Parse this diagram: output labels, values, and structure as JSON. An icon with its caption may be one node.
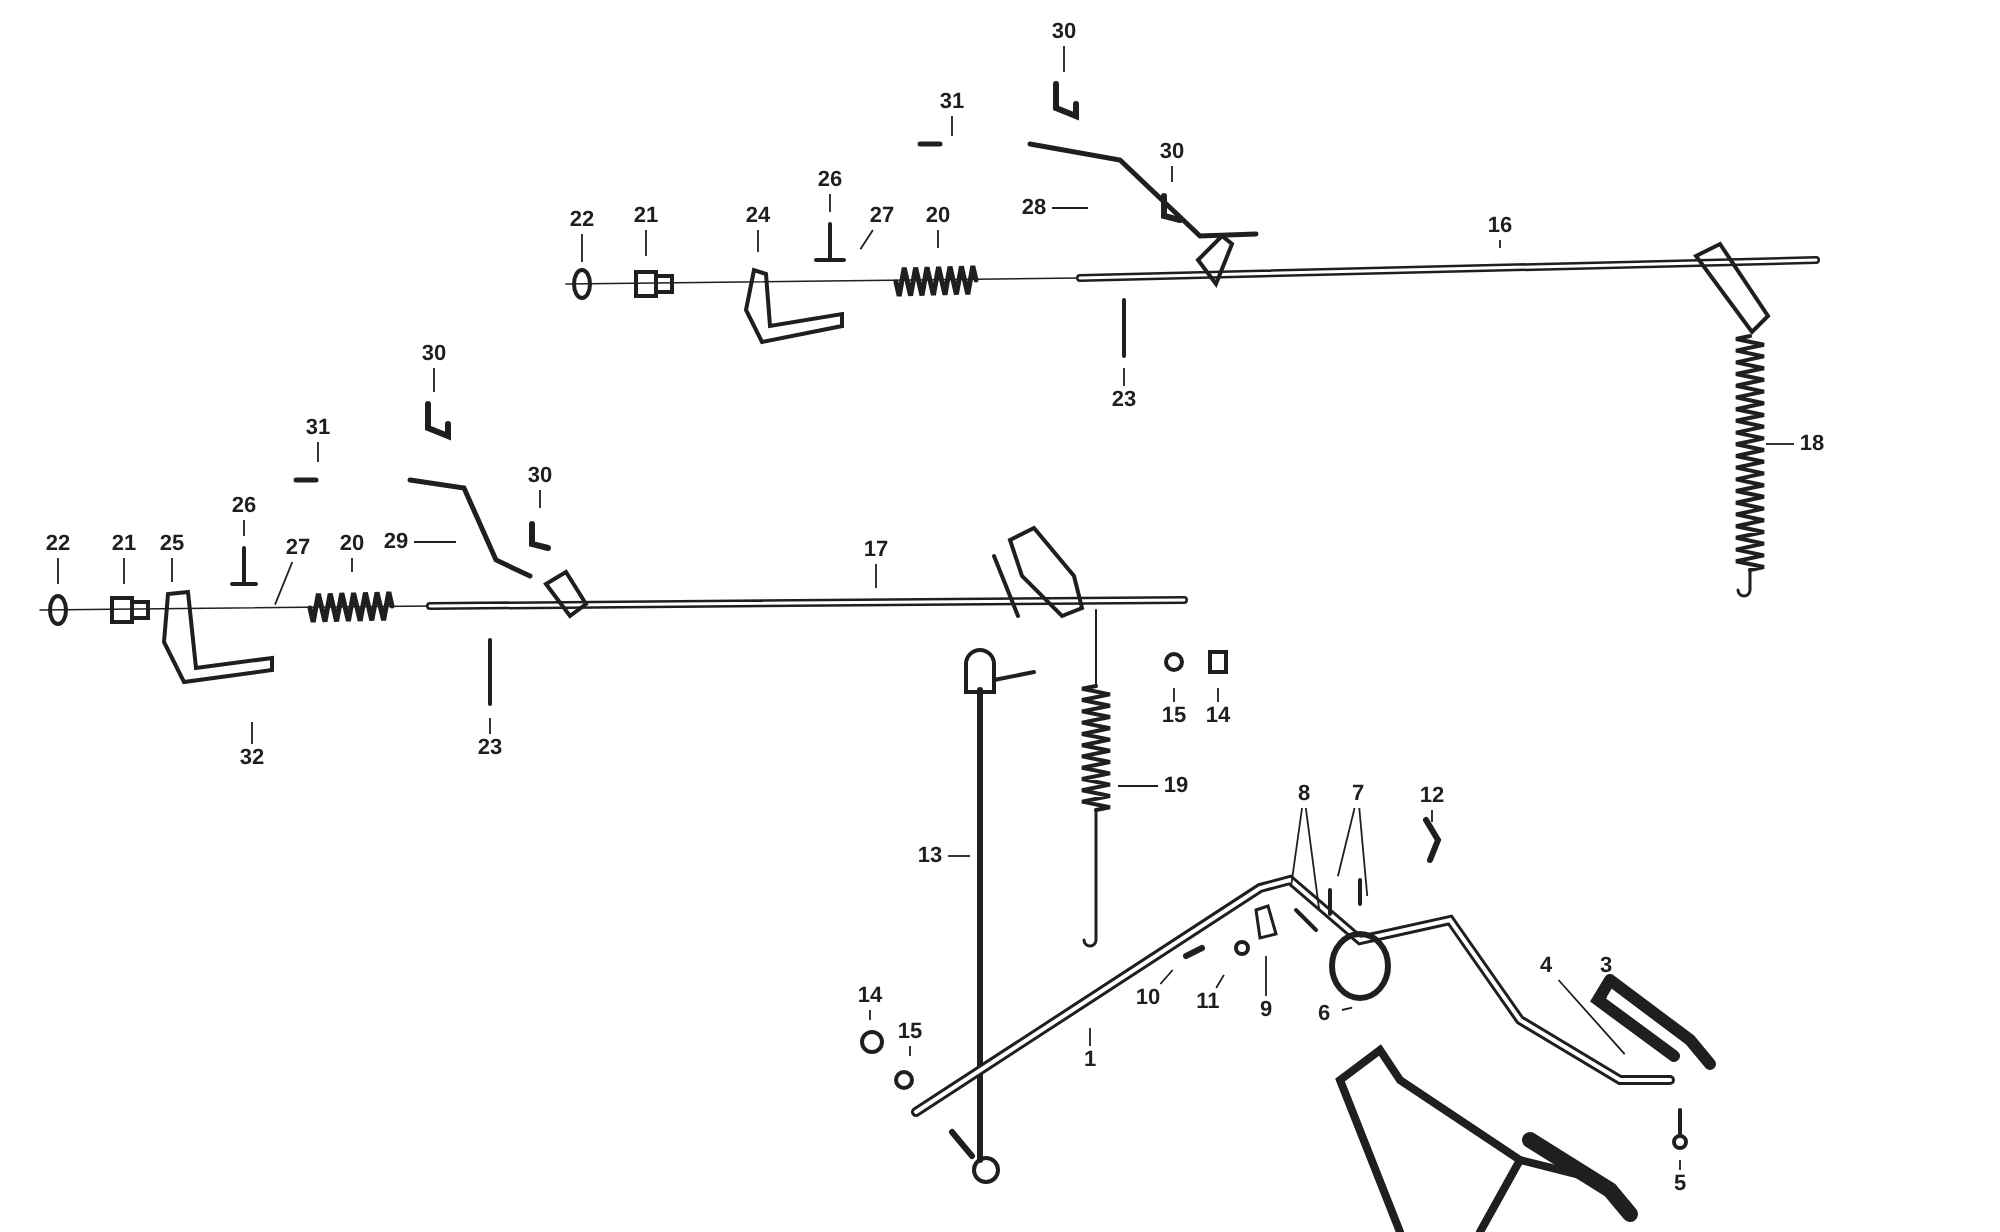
{
  "diagram": {
    "nodes": [
      {
        "text": [
          "30"
        ]
      },
      {
        "text": [
          "31"
        ]
      },
      {
        "text": [
          "30"
        ]
      },
      {
        "text": [
          "28"
        ]
      },
      {
        "text": [
          "22"
        ]
      },
      {
        "text": [
          "21"
        ]
      },
      {
        "text": [
          "26"
        ]
      },
      {
        "text": [
          "27"
        ]
      },
      {
        "text": [
          "24"
        ]
      },
      {
        "text": [
          "20"
        ]
      },
      {
        "text": [
          "16"
        ]
      },
      {
        "text": [
          "23"
        ]
      },
      {
        "text": [
          "18"
        ]
      },
      {
        "text": [
          "30"
        ]
      },
      {
        "text": [
          "31"
        ]
      },
      {
        "text": [
          "30"
        ]
      },
      {
        "text": [
          "29"
        ]
      },
      {
        "text": [
          "22"
        ]
      },
      {
        "text": [
          "21"
        ]
      },
      {
        "text": [
          "25"
        ]
      },
      {
        "text": [
          "26"
        ]
      },
      {
        "text": [
          "27"
        ]
      },
      {
        "text": [
          "20"
        ]
      },
      {
        "text": [
          "17"
        ]
      },
      {
        "text": [
          "23"
        ]
      },
      {
        "text": [
          "32"
        ]
      },
      {
        "text": [
          "15"
        ]
      },
      {
        "text": [
          "14"
        ]
      },
      {
        "text": [
          "19"
        ]
      },
      {
        "text": [
          "13"
        ]
      },
      {
        "text": [
          "8"
        ]
      },
      {
        "text": [
          "7"
        ]
      },
      {
        "text": [
          "12"
        ]
      },
      {
        "text": [
          "10"
        ]
      },
      {
        "text": [
          "11"
        ]
      },
      {
        "text": [
          "9"
        ]
      },
      {
        "text": [
          "6"
        ]
      },
      {
        "text": [
          "1"
        ]
      },
      {
        "text": [
          "14"
        ]
      },
      {
        "text": [
          "15"
        ]
      },
      {
        "text": [
          "4"
        ]
      },
      {
        "text": [
          "3"
        ]
      },
      {
        "text": [
          "5"
        ]
      }
    ],
    "edges": [
      {
        "from": 0,
        "to": null,
        "arrow": "none"
      },
      {
        "from": 1,
        "to": null,
        "arrow": "none"
      },
      {
        "from": 2,
        "to": null,
        "arrow": "none"
      },
      {
        "from": 3,
        "to": null,
        "arrow": "none"
      },
      {
        "from": 4,
        "to": null,
        "arrow": "none"
      },
      {
        "from": 5,
        "to": null,
        "arrow": "none"
      },
      {
        "from": 6,
        "to": null,
        "arrow": "none"
      },
      {
        "from": 7,
        "to": null,
        "arrow": "none"
      },
      {
        "from": 8,
        "to": null,
        "arrow": "none"
      },
      {
        "from": 9,
        "to": null,
        "arrow": "none"
      },
      {
        "from": 10,
        "to": null,
        "arrow": "none"
      },
      {
        "from": 11,
        "to": null,
        "arrow": "none"
      },
      {
        "from": 12,
        "to": null,
        "arrow": "none"
      },
      {
        "from": 13,
        "to": null,
        "arrow": "none"
      },
      {
        "from": 14,
        "to": null,
        "arrow": "none"
      },
      {
        "from": 15,
        "to": null,
        "arrow": "none"
      },
      {
        "from": 16,
        "to": null,
        "arrow": "none"
      },
      {
        "from": 17,
        "to": null,
        "arrow": "none"
      },
      {
        "from": 18,
        "to": null,
        "arrow": "none"
      },
      {
        "from": 19,
        "to": null,
        "arrow": "none"
      },
      {
        "from": 20,
        "to": null,
        "arrow": "none"
      },
      {
        "from": 21,
        "to": null,
        "arrow": "none"
      },
      {
        "from": 22,
        "to": null,
        "arrow": "none"
      },
      {
        "from": 23,
        "to": null,
        "arrow": "none"
      },
      {
        "from": 24,
        "to": null,
        "arrow": "none"
      },
      {
        "from": 25,
        "to": null,
        "arrow": "none"
      },
      {
        "from": 26,
        "to": null,
        "arrow": "none"
      },
      {
        "from": 27,
        "to": null,
        "arrow": "none"
      },
      {
        "from": 28,
        "to": null,
        "arrow": "none"
      },
      {
        "from": 29,
        "to": null,
        "arrow": "none"
      },
      {
        "from": 30,
        "to": null,
        "arrow": "none"
      },
      {
        "from": 30,
        "to": null,
        "arrow": "none"
      },
      {
        "from": 31,
        "to": null,
        "arrow": "none"
      },
      {
        "from": 31,
        "to": null,
        "arrow": "none"
      },
      {
        "from": 32,
        "to": null,
        "arrow": "none"
      },
      {
        "from": 33,
        "to": null,
        "arrow": "none"
      },
      {
        "from": 34,
        "to": null,
        "arrow": "none"
      },
      {
        "from": 35,
        "to": null,
        "arrow": "none"
      },
      {
        "from": 36,
        "to": null,
        "arrow": "none"
      },
      {
        "from": 37,
        "to": null,
        "arrow": "none"
      },
      {
        "from": 38,
        "to": null,
        "arrow": "none"
      },
      {
        "from": 39,
        "to": null,
        "arrow": "none"
      },
      {
        "from": 40,
        "to": null,
        "arrow": "none"
      },
      {
        "from": 41,
        "to": null,
        "arrow": "none"
      },
      {
        "from": 42,
        "to": null,
        "arrow": "none"
      }
    ]
  }
}
